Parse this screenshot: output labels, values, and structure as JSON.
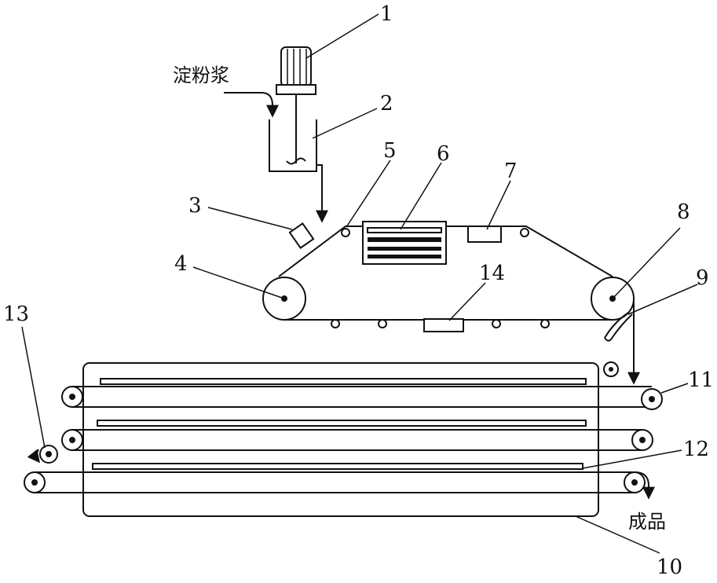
{
  "labels": {
    "n1": "1",
    "n2": "2",
    "n3": "3",
    "n4": "4",
    "n5": "5",
    "n6": "6",
    "n7": "7",
    "n8": "8",
    "n9": "9",
    "n10": "10",
    "n11": "11",
    "n12": "12",
    "n13": "13",
    "n14": "14",
    "input": "淀粉浆",
    "output": "成品"
  },
  "colors": {
    "ink": "#111111",
    "paper": "#ffffff"
  }
}
